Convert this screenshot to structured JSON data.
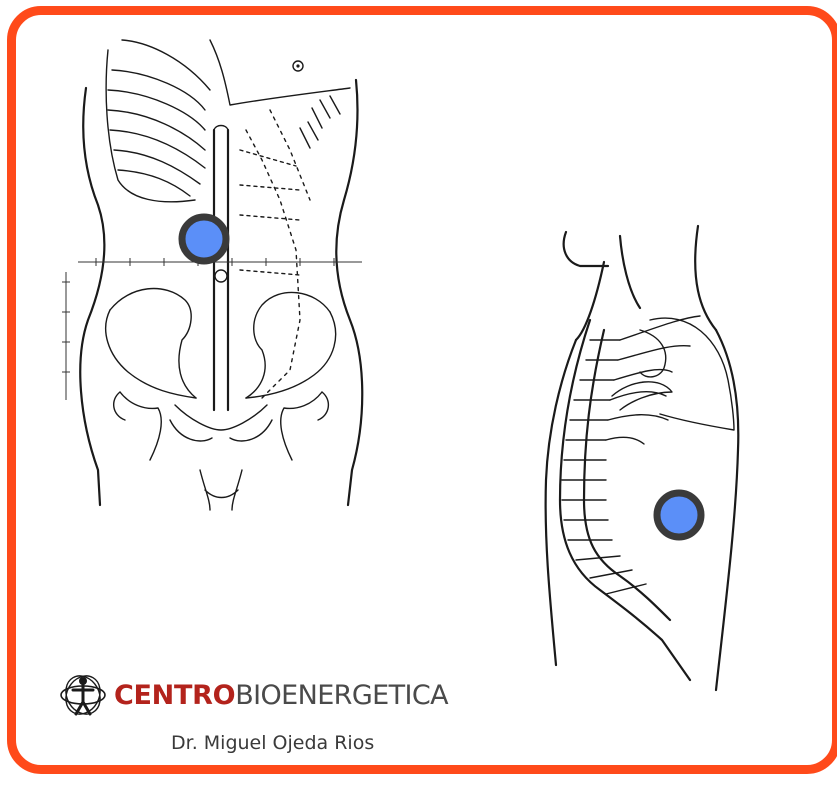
{
  "brand": {
    "name_bold": "CENTRO",
    "name_light": "BIOENERGETICA",
    "logo_icon": "figure-with-orbits-icon",
    "bold_color": "#b3231c",
    "light_color": "#4a4a4a"
  },
  "author": "Dr. Miguel Ojeda Rios",
  "colors": {
    "frame": "#ff4a1a",
    "marker_fill": "#5b8ff8",
    "marker_ring": "#3a3a3a"
  },
  "figures": [
    {
      "id": "front-torso",
      "view": "anterior",
      "marker": "blue-point"
    },
    {
      "id": "side-torso",
      "view": "lateral",
      "marker": "blue-point"
    }
  ]
}
